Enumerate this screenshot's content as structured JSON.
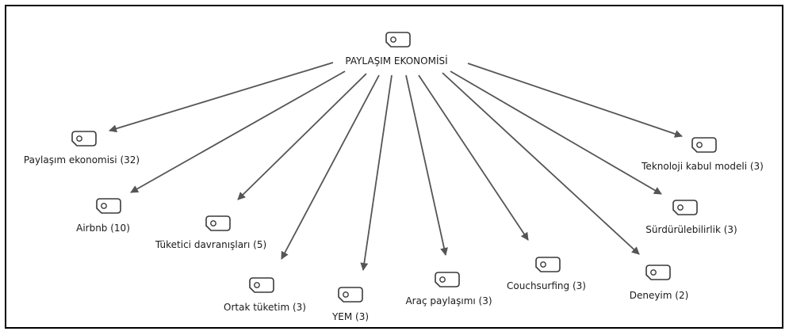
{
  "diagram": {
    "root": {
      "label": "PAYLAŞIM EKONOMİSİ",
      "icon": "code-tag-icon"
    },
    "nodes": [
      {
        "id": "paylasim-ekonomisi",
        "label": "Paylaşım ekonomisi (32)",
        "icon": "code-tag-icon"
      },
      {
        "id": "airbnb",
        "label": "Airbnb (10)",
        "icon": "code-tag-icon"
      },
      {
        "id": "tuketici-davranislari",
        "label": "Tüketici davranışları (5)",
        "icon": "code-tag-icon"
      },
      {
        "id": "ortak-tuketim",
        "label": "Ortak tüketim (3)",
        "icon": "code-tag-icon"
      },
      {
        "id": "yem",
        "label": "YEM (3)",
        "icon": "code-tag-icon"
      },
      {
        "id": "arac-paylasimi",
        "label": "Araç paylaşımı (3)",
        "icon": "code-tag-icon"
      },
      {
        "id": "couchsurfing",
        "label": "Couchsurfing (3)",
        "icon": "code-tag-icon"
      },
      {
        "id": "deneyim",
        "label": "Deneyim (2)",
        "icon": "code-tag-icon"
      },
      {
        "id": "surdurulebilirlik",
        "label": "Sürdürülebilirlik (3)",
        "icon": "code-tag-icon"
      },
      {
        "id": "teknoloji-kabul-modeli",
        "label": "Teknoloji kabul modeli (3)",
        "icon": "code-tag-icon"
      }
    ]
  },
  "colors": {
    "arrow": "#555555",
    "icon_stroke": "#3a3a3a",
    "text": "#1a1a1a",
    "frame": "#000000"
  }
}
